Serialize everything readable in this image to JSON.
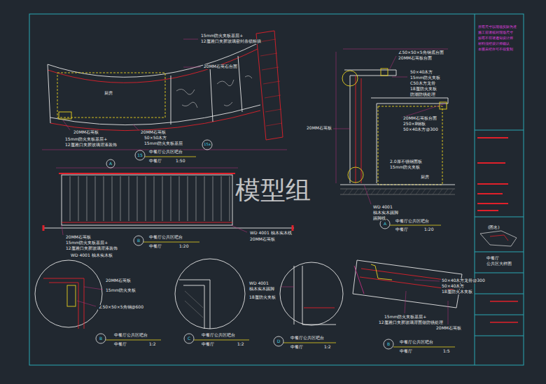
{
  "diagram": {
    "labels": [
      "15mm防火夹板基层+",
      "12厘雅口夹胶玻璃密封条锁标插",
      "20MM石英石台面",
      "厨房",
      "20MM石英板",
      "15mm防火夹板基层+",
      "12厘雅口夹胶玻璃背漆装饰",
      "20MM石英板",
      "50×50木方",
      "15mm防火夹板基层",
      "15",
      "中餐厅公共区吧台",
      "中餐厅",
      "1:50",
      "15a",
      "A",
      "20MM石英板",
      "15mm防火夹板基层+",
      "12厘雅口夹胶玻璃背漆装饰",
      "WD 4001 柚木实木板",
      "B",
      "中餐厅公共区吧台",
      "中餐厅",
      "1:20",
      "WD 4001 柚木实木线",
      "20MM石英板",
      "∠50×50×5角钢底台面",
      "20MM石英板台面",
      "50×40木方",
      "15mm防火夹板",
      "C50木方龙骨",
      "18厘防火夹板",
      "防潮防锈处理",
      "20MM石英板台面",
      "250×8钢板",
      "50×40木方@300",
      "厨房",
      "2.0厚不锈钢面板",
      "15mm防火夹板",
      "20MM石英板",
      "WD 4001",
      "柚木实木踢脚",
      "踢脚线",
      "A",
      "中餐厅公共区吧台",
      "中餐厅",
      "1:20",
      "20MM石英板",
      "15mm防火夹板",
      "∠50×50×5角钢@600",
      "B",
      "中餐厅公共区吧台",
      "中餐厅",
      "1:2",
      "C",
      "中餐厅公共区吧台",
      "中餐厅",
      "1:2",
      "WD 4001",
      "柚木实木踢脚",
      "18厘防火夹板",
      "D",
      "中餐厅公共区吧台",
      "中餐厅",
      "1:2",
      "50×40木方龙骨@300",
      "50×40木方",
      "18厘防火木夹板",
      "15mm防火夹板基层+",
      "12厘雅口夹胶玻璃背面做防锈处理",
      "20MM石英板",
      "B",
      "中餐厅公共区吧台",
      "中餐厅",
      "1:5",
      "所有尺寸以现场实际为准",
      "施工前请核对现场尺寸",
      "如有不符请通知设计师",
      "材料须经设计师确认",
      "本图未经许可不得复制",
      "(图名)",
      "中餐厅",
      "公共区大样图",
      "模型组"
    ]
  }
}
